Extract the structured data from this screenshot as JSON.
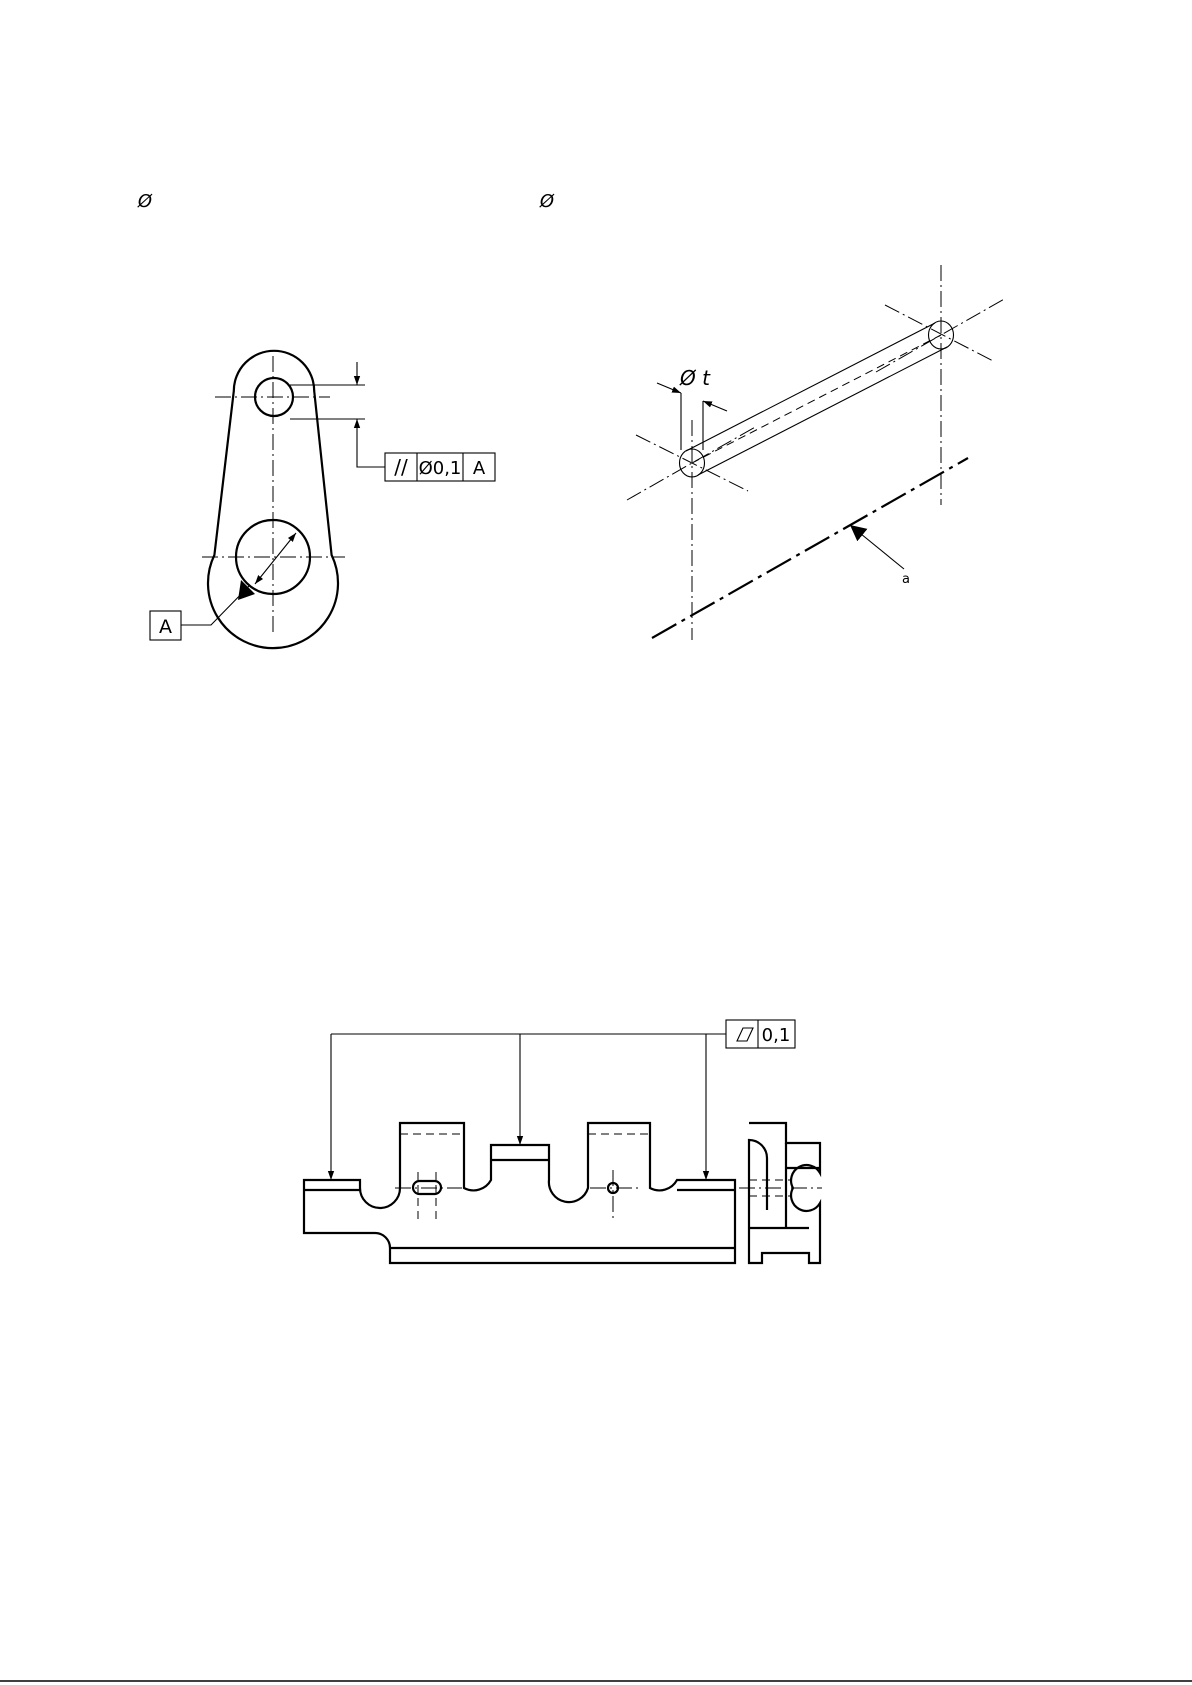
{
  "header_symbols": {
    "left": "Ø",
    "right": "Ø"
  },
  "figure_left": {
    "fcf_symbol": "//",
    "fcf_tolerance": "Ø0,1",
    "fcf_datum": "A",
    "datum_label": "A"
  },
  "figure_right": {
    "tolerance_label": "Ø t",
    "callout": "a"
  },
  "figure_bottom": {
    "fcf_tolerance": "0,1"
  }
}
